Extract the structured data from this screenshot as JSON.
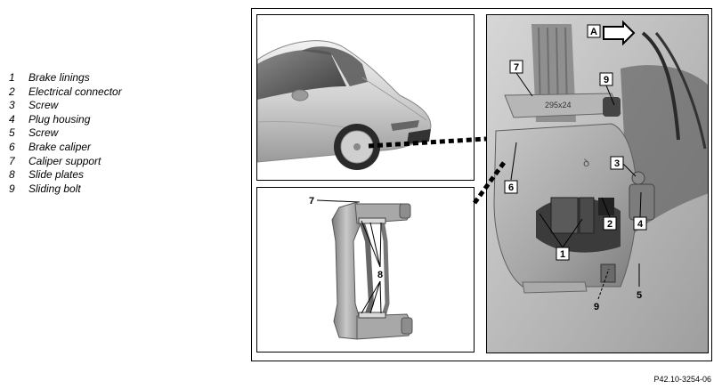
{
  "legend": [
    {
      "num": "1",
      "text": "Brake linings"
    },
    {
      "num": "2",
      "text": "Electrical connector"
    },
    {
      "num": "3",
      "text": "Screw"
    },
    {
      "num": "4",
      "text": "Plug housing"
    },
    {
      "num": "5",
      "text": "Screw"
    },
    {
      "num": "6",
      "text": "Brake caliper"
    },
    {
      "num": "7",
      "text": "Caliper support"
    },
    {
      "num": "8",
      "text": "Slide plates"
    },
    {
      "num": "9",
      "text": "Sliding bolt"
    }
  ],
  "callouts": {
    "c1": "1",
    "c2": "2",
    "c3": "3",
    "c4": "4",
    "c5": "5",
    "c6": "6",
    "c7": "7",
    "c9": "9",
    "cA": "A",
    "s7": "7",
    "s8": "8",
    "marking": "295x24"
  },
  "figure_id": "P42.10-3254-06"
}
